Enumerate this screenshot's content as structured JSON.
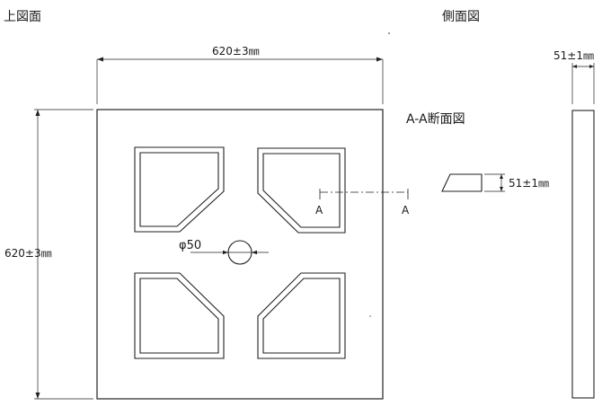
{
  "labels": {
    "top_view": "上図面",
    "side_view": "側面図",
    "section_view": "A-A断面図"
  },
  "dimensions": {
    "width": "620±3㎜",
    "height": "620±3㎜",
    "side_thickness": "51±1㎜",
    "section_thickness": "51±1㎜",
    "hole_diameter": "φ50"
  },
  "section_markers": {
    "left": "A",
    "right": "A"
  },
  "colors": {
    "line": "#222222",
    "background": "#ffffff"
  }
}
